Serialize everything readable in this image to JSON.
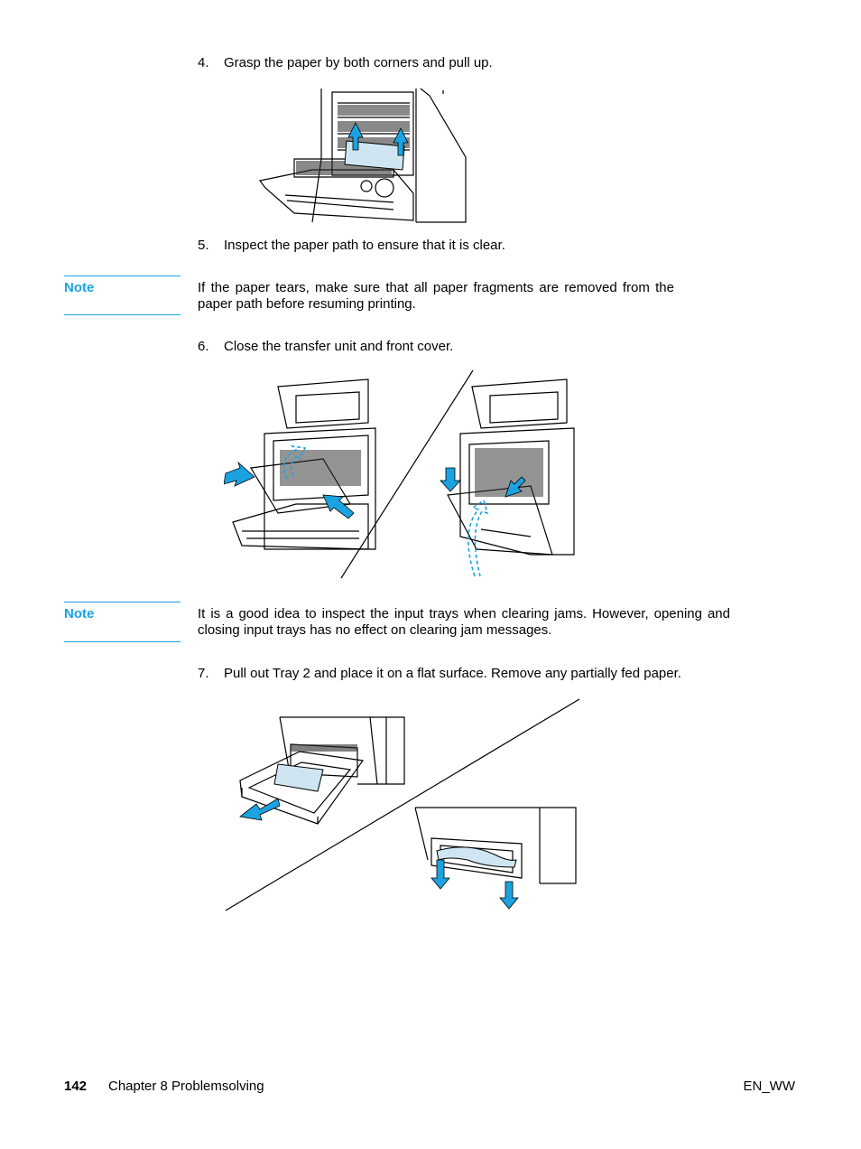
{
  "steps": [
    {
      "num": "4.",
      "text": "Grasp the paper by both corners and pull up."
    },
    {
      "num": "5.",
      "text": "Inspect the paper path to ensure that it is clear."
    },
    {
      "num": "6.",
      "text": "Close the transfer unit and front cover."
    },
    {
      "num": "7.",
      "text": "Pull out Tray 2 and place it on a flat surface. Remove any partially fed paper."
    }
  ],
  "notes": [
    {
      "label": "Note",
      "text": "If the paper tears, make sure that all paper fragments are removed from the paper path before resuming printing."
    },
    {
      "label": "Note",
      "text": "It is a good idea to inspect the input trays when clearing jams.  However, opening and closing input trays has no effect on clearing jam messages."
    }
  ],
  "footer": {
    "page_number": "142",
    "chapter": "Chapter 8 Problemsolving",
    "doc_code": "EN_WW"
  },
  "colors": {
    "accent": "#1aa3e0",
    "arrow": "#1aa3e0",
    "line": "#000000"
  },
  "figures": [
    {
      "name": "pull-paper-up-illustration"
    },
    {
      "name": "close-transfer-unit-illustration"
    },
    {
      "name": "pull-out-tray2-illustration"
    }
  ]
}
